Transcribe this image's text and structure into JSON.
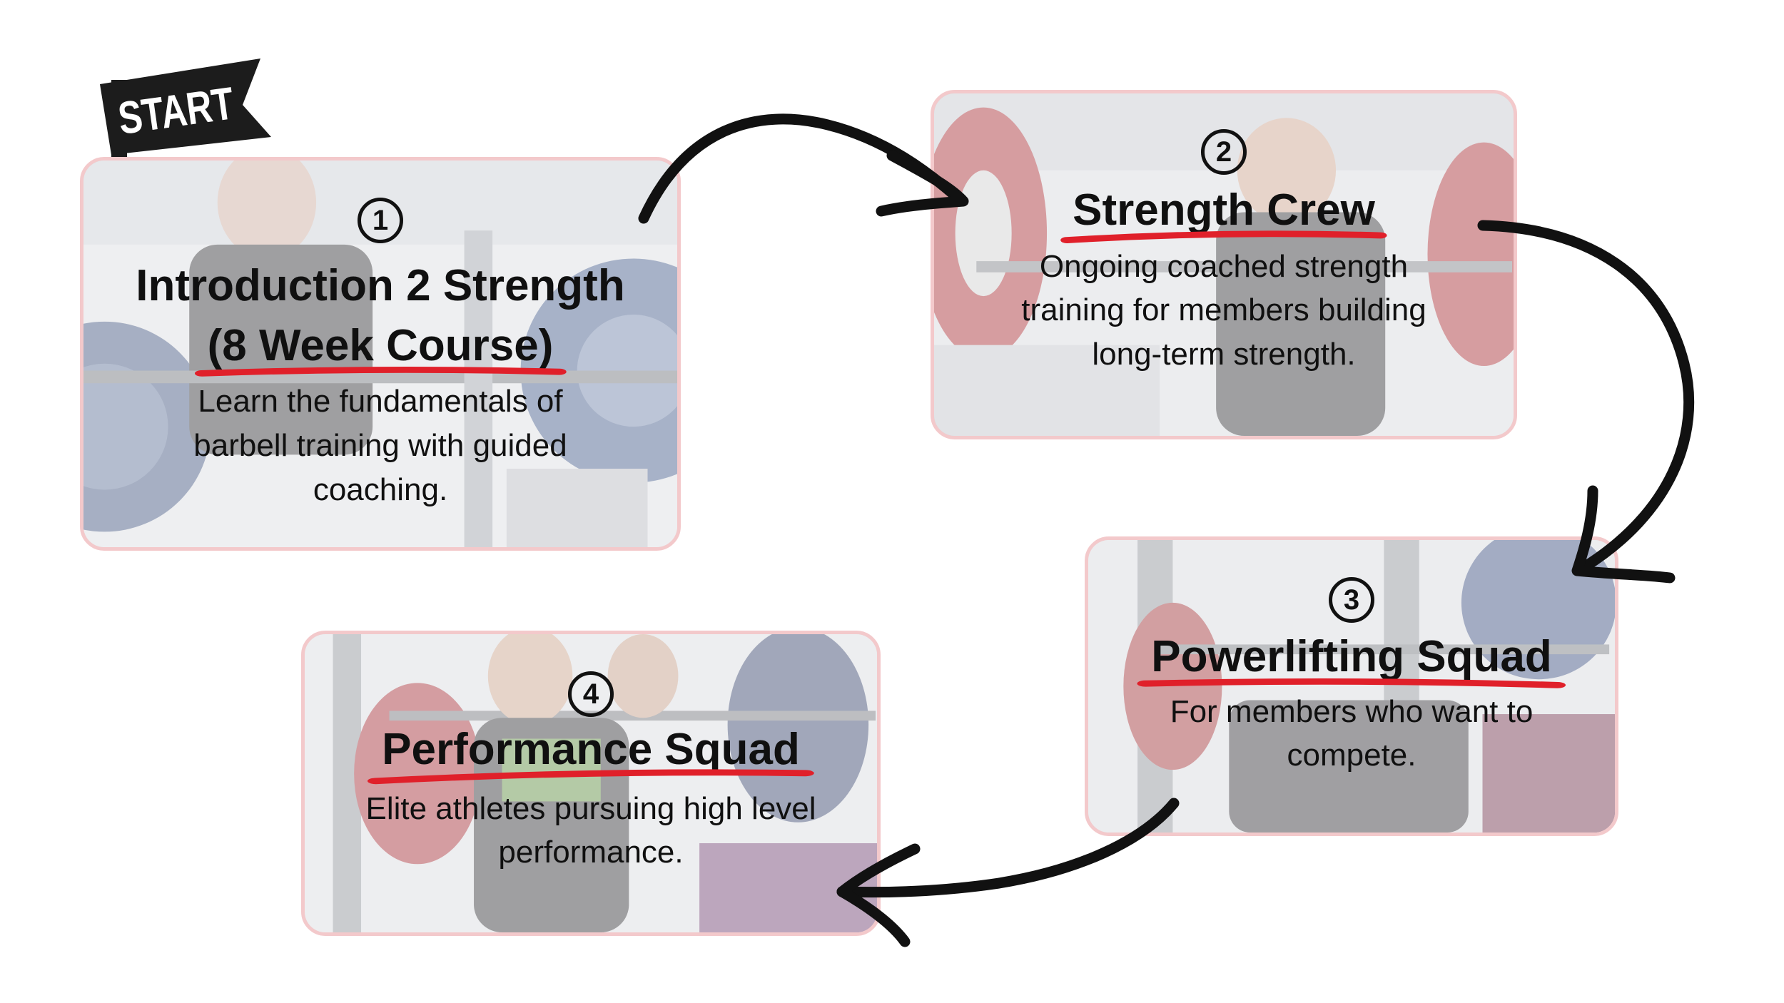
{
  "start_flag": {
    "label": "START"
  },
  "steps": [
    {
      "number": "1",
      "title_lines": [
        "Introduction 2 Strength",
        "(8 Week Course)"
      ],
      "description_lines": [
        "Learn the fundamentals of",
        "barbell training with guided",
        "coaching."
      ]
    },
    {
      "number": "2",
      "title_lines": [
        "Strength Crew"
      ],
      "description_lines": [
        "Ongoing coached strength",
        "training for members building",
        "long-term strength."
      ]
    },
    {
      "number": "3",
      "title_lines": [
        "Powerlifting Squad"
      ],
      "description_lines": [
        "For members who want to",
        "compete."
      ]
    },
    {
      "number": "4",
      "title_lines": [
        "Performance Squad"
      ],
      "description_lines": [
        "Elite athletes pursuing high level",
        "performance."
      ]
    }
  ],
  "colors": {
    "card_border": "#f3c9cb",
    "underline_red": "#e0202a",
    "ink": "#111111",
    "flag_black": "#1c1c1c"
  }
}
